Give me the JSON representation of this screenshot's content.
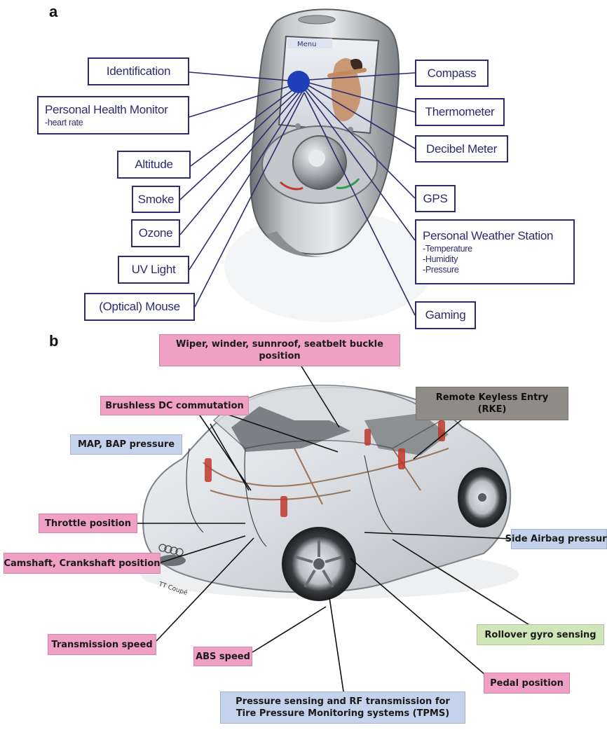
{
  "panel_a": {
    "letter": "a",
    "phone_screen_text": "Menu",
    "labels": {
      "identification": "Identification",
      "health_title": "Personal Health Monitor",
      "health_sub": "-heart rate",
      "altitude": "Altitude",
      "smoke": "Smoke",
      "ozone": "Ozone",
      "uv_light": "UV Light",
      "optical_mouse": "(Optical) Mouse",
      "compass": "Compass",
      "thermometer": "Thermometer",
      "decibel_meter": "Decibel Meter",
      "gps": "GPS",
      "weather_title": "Personal Weather Station",
      "weather_sub_1": "-Temperature",
      "weather_sub_2": "-Humidity",
      "weather_sub_3": "-Pressure",
      "gaming": "Gaming"
    },
    "colors": {
      "label_border": "#2e2b6e",
      "hub_dot": "#1f3fb8"
    }
  },
  "panel_b": {
    "letter": "b",
    "labels": {
      "wiper_line1": "Wiper, winder, sunnroof, seatbelt buckle",
      "wiper_line2": "position",
      "brushless": "Brushless DC commutation",
      "rke_line1": "Remote Keyless Entry",
      "rke_line2": "(RKE)",
      "map_bap": "MAP, BAP pressure",
      "throttle": "Throttle position",
      "camshaft": "Camshaft, Crankshaft position",
      "side_airbag": "Side Airbag pressure",
      "rollover": "Rollover gyro sensing",
      "transmission": "Transmission speed",
      "abs": "ABS speed",
      "pedal": "Pedal position",
      "tpms_line1": "Pressure sensing and RF transmission for",
      "tpms_line2": "Tire Pressure Monitoring systems (TPMS)"
    },
    "colors": {
      "pink": "#f0a0c4",
      "blue": "#c4d2ec",
      "grey": "#8f8c87",
      "green": "#cfe6b8"
    }
  }
}
